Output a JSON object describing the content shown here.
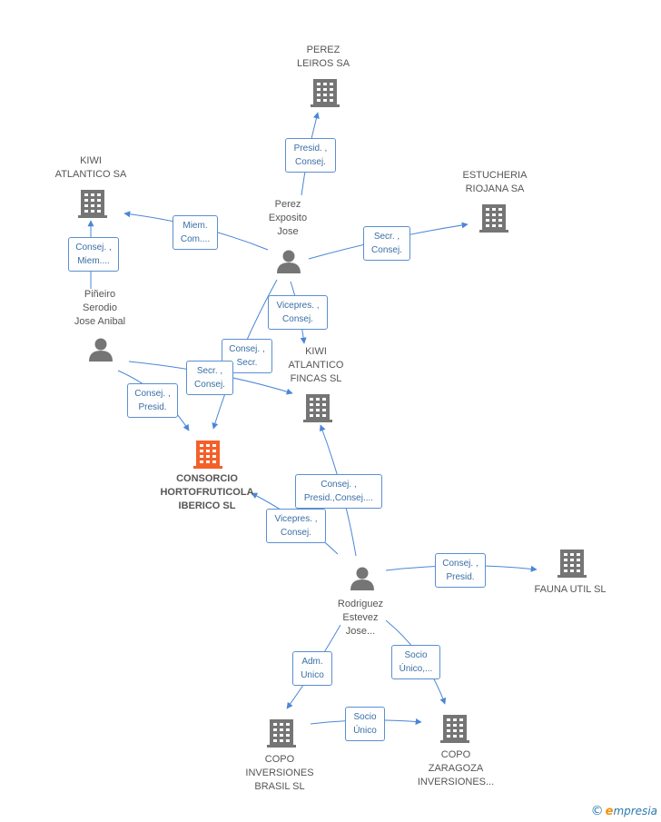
{
  "colors": {
    "company": "#757575",
    "main_company": "#f4602a",
    "person": "#757575",
    "edge": "#4a86d8"
  },
  "nodes": {
    "perez_leiros": {
      "label": "PEREZ\nLEIROS SA",
      "type": "company"
    },
    "kiwi_atlantico": {
      "label": "KIWI\nATLANTICO SA",
      "type": "company"
    },
    "estucheria": {
      "label": "ESTUCHERIA\nRIOJANA SA",
      "type": "company"
    },
    "perez_exposito": {
      "label": "Perez\nExposito\nJose",
      "type": "person"
    },
    "pineiro": {
      "label": "Piñeiro\nSerodio\nJose Anibal",
      "type": "person"
    },
    "kiwi_fincas": {
      "label": "KIWI\nATLANTICO\nFINCAS SL",
      "type": "company"
    },
    "consorcio": {
      "label": "CONSORCIO\nHORTOFRUTICOLA\nIBERICO SL",
      "type": "main"
    },
    "rodriguez": {
      "label": "Rodriguez\nEstevez\nJose...",
      "type": "person"
    },
    "fauna": {
      "label": "FAUNA UTIL SL",
      "type": "company"
    },
    "copo_brasil": {
      "label": "COPO\nINVERSIONES\nBRASIL SL",
      "type": "company"
    },
    "copo_zaragoza": {
      "label": "COPO\nZARAGOZA\nINVERSIONES...",
      "type": "company"
    }
  },
  "roles": {
    "r1": "Presid. ,\nConsej.",
    "r2": "Miem.\nCom....",
    "r3": "Consej. ,\nMiem....",
    "r4": "Secr. ,\nConsej.",
    "r5": "Vicepres. ,\nConsej.",
    "r6": "Consej. ,\nSecr.",
    "r7": "Secr. ,\nConsej.",
    "r8": "Consej. ,\nPresid.",
    "r9": "Consej. ,\nPresid.,Consej....",
    "r10": "Vicepres. ,\nConsej.",
    "r11": "Consej. ,\nPresid.",
    "r12": "Adm.\nUnico",
    "r13": "Socio\nÚnico,...",
    "r14": "Socio\nÚnico"
  },
  "brand": {
    "copyright": "©",
    "first_letter": "e",
    "name": "mpresia"
  }
}
